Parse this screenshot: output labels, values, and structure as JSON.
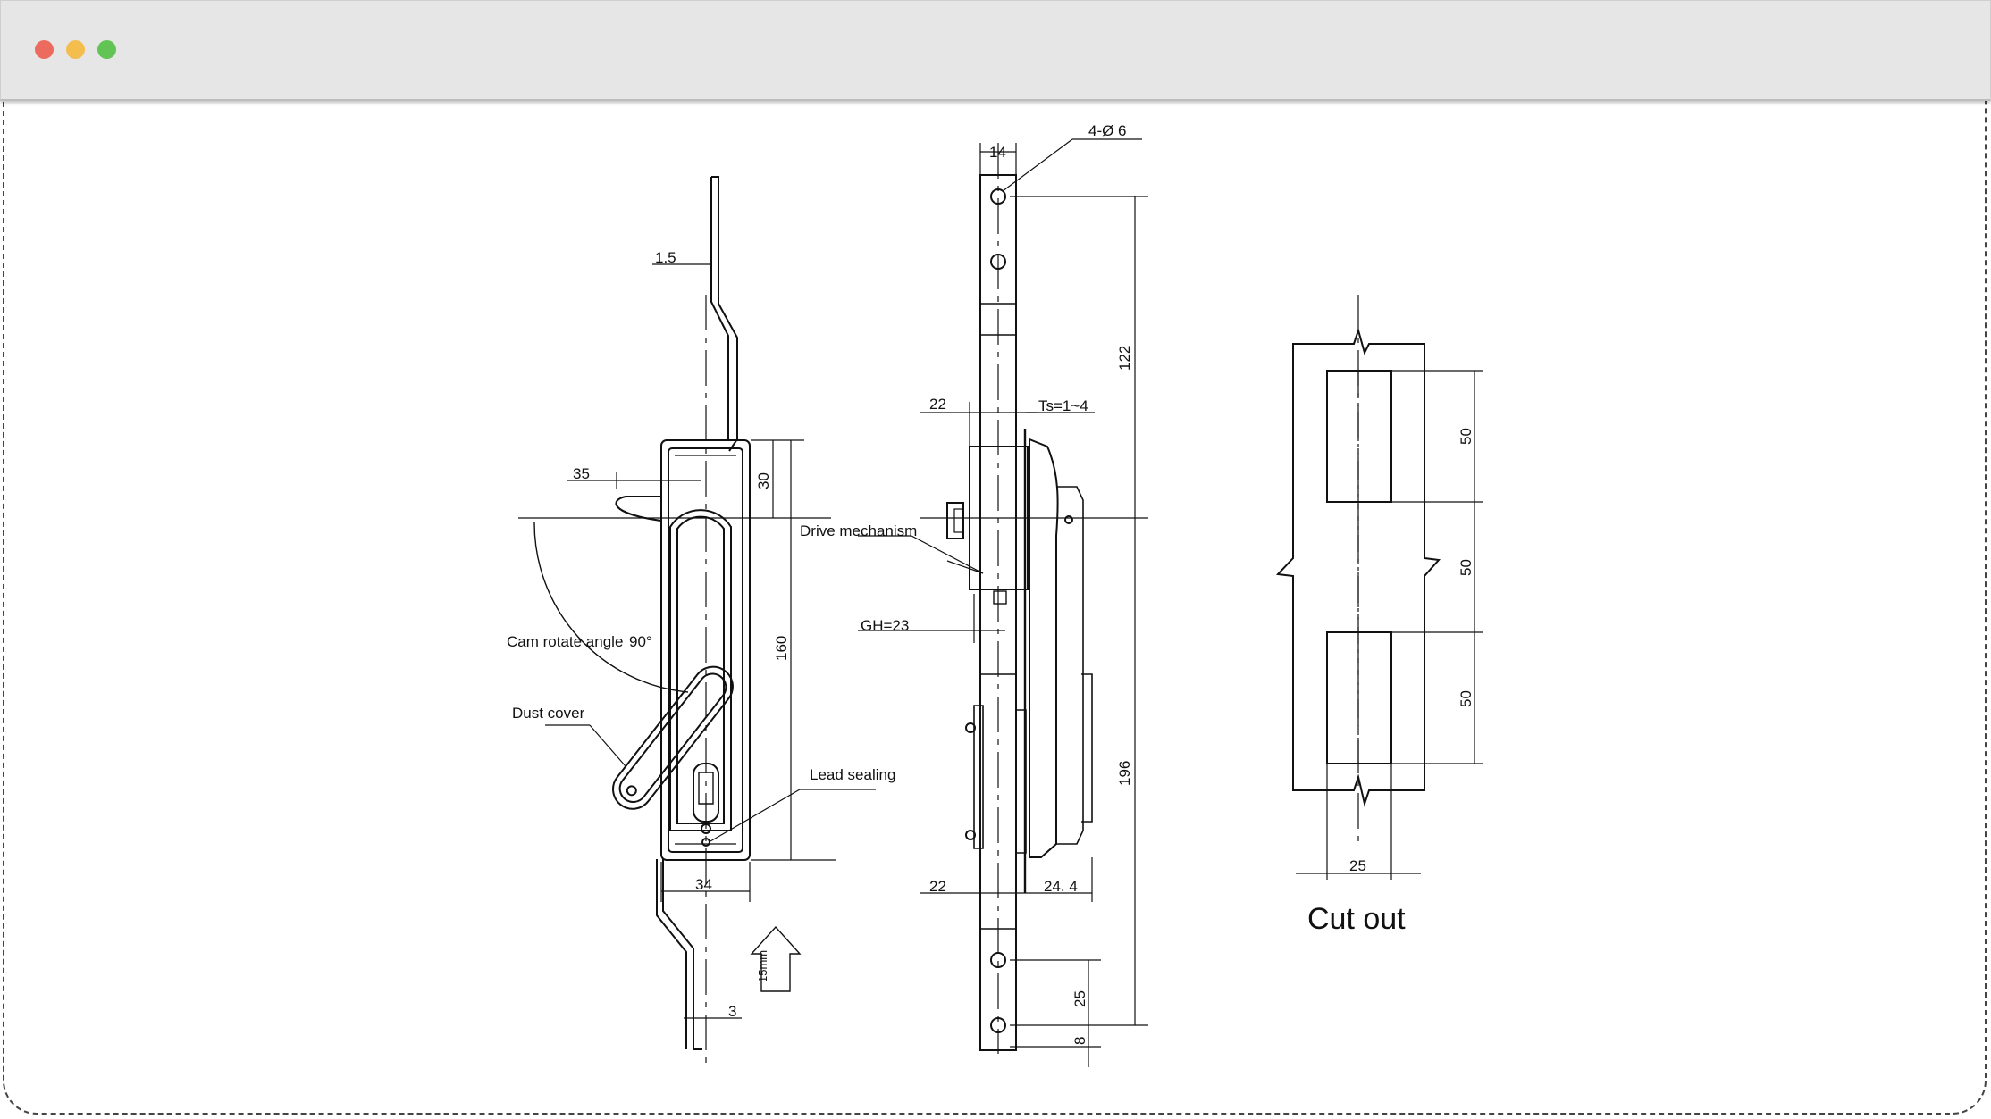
{
  "window": {
    "controls": [
      "close-button",
      "minimize-button",
      "maximize-button"
    ],
    "colors": {
      "close": "#ec6a5e",
      "minimize": "#f4be4f",
      "maximize": "#61c454"
    }
  },
  "drawing": {
    "labels": {
      "cam_rotate_angle": "Cam rotate angle",
      "cam_angle_value": "90°",
      "dust_cover": "Dust cover",
      "lead_sealing": "Lead sealing",
      "drive_mechanism": "Drive mechanism",
      "cut_out": "Cut out",
      "arrow_note": "15mm",
      "holes": "4-Ø 6",
      "plate_thickness": "Ts=1~4",
      "gh": "GH=23"
    },
    "dimensions": {
      "front_thickness": "1.5",
      "front_offset": "35",
      "front_top": "30",
      "front_height": "160",
      "front_width": "34",
      "front_bottom": "3",
      "side_rod_width": "14",
      "side_upper_22": "22",
      "side_lower_22": "22",
      "side_24_4": "24. 4",
      "side_122": "122",
      "side_196": "196",
      "side_25": "25",
      "side_8": "8",
      "cut_50_a": "50",
      "cut_50_b": "50",
      "cut_50_c": "50",
      "cut_25": "25"
    }
  }
}
